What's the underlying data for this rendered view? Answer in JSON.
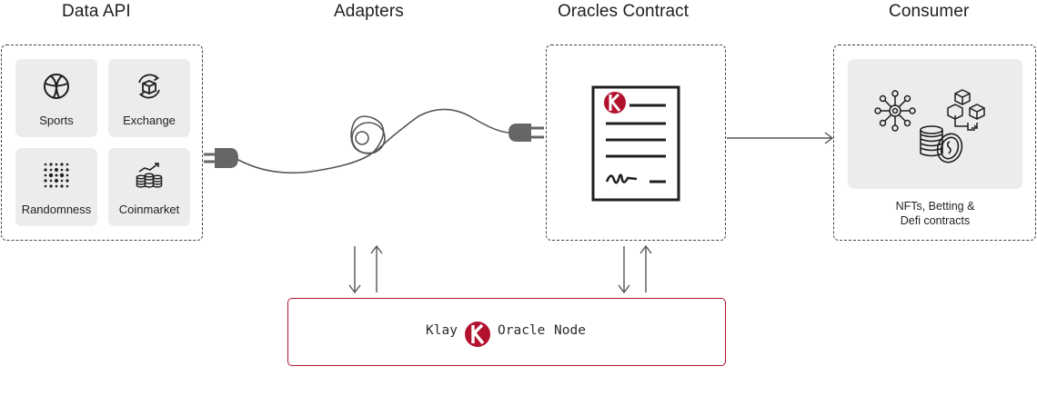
{
  "columns": {
    "data_api": "Data API",
    "adapters": "Adapters",
    "oracles_contract": "Oracles Contract",
    "consumer": "Consumer"
  },
  "data_api_tiles": [
    {
      "label": "Sports",
      "icon": "basketball-icon"
    },
    {
      "label": "Exchange",
      "icon": "exchange-box-icon"
    },
    {
      "label": "Randomness",
      "icon": "dot-grid-icon"
    },
    {
      "label": "Coinmarket",
      "icon": "coin-stack-chart-icon"
    }
  ],
  "consumer": {
    "label_line1": "NFTs, Betting &",
    "label_line2": "Defi contracts",
    "icons": [
      "network-node-icon",
      "blockchain-cubes-icon",
      "coins-icon"
    ]
  },
  "node": {
    "word_left": "Klay",
    "word_mid": "Oracle",
    "word_right": "Node",
    "logo_letter": "K"
  },
  "contract": {
    "logo_letter": "K",
    "icon": "document-contract-icon"
  },
  "colors": {
    "brand": "#b3122f",
    "line": "#555555",
    "plug": "#666666"
  }
}
